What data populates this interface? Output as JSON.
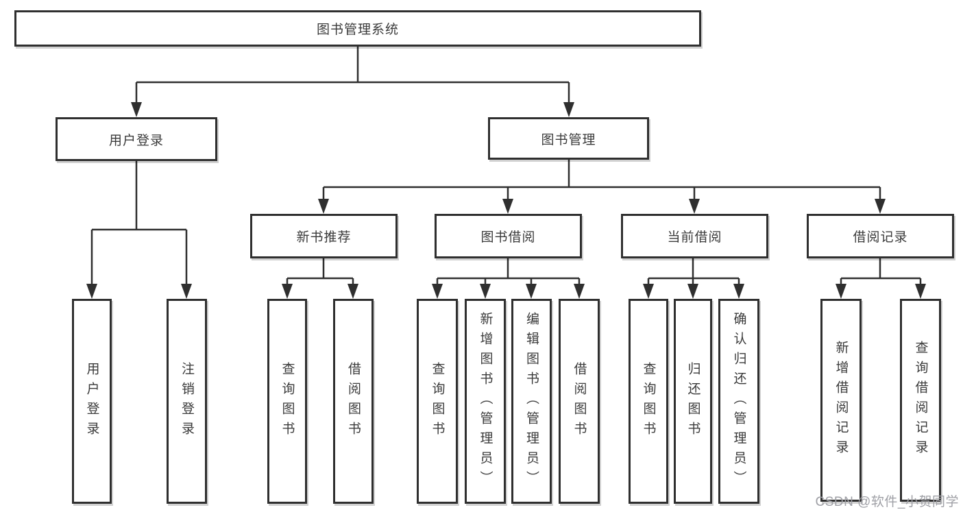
{
  "diagram": {
    "root": "图书管理系统",
    "branches": {
      "user_login": {
        "label": "用户登录",
        "children": [
          "用户登录",
          "注销登录"
        ]
      },
      "book_management": {
        "label": "图书管理",
        "sections": {
          "new_book_recommend": {
            "label": "新书推荐",
            "children": [
              "查询图书",
              "借阅图书"
            ]
          },
          "book_borrow": {
            "label": "图书借阅",
            "children": [
              "查询图书",
              "新增图书（管理员）",
              "编辑图书（管理员）",
              "借阅图书"
            ]
          },
          "current_borrow": {
            "label": "当前借阅",
            "children": [
              "查询图书",
              "归还图书",
              "确认归还（管理员）"
            ]
          },
          "borrow_records": {
            "label": "借阅记录",
            "children": [
              "新增借阅记录",
              "查询借阅记录"
            ]
          }
        }
      }
    }
  },
  "watermark": "CSDN @软件_小贺同学",
  "colors": {
    "line": "#2f2f2f",
    "border": "#2f2f2f",
    "text": "#3a3a3a",
    "watermark": "#9fa0a6",
    "background": "#ffffff"
  }
}
